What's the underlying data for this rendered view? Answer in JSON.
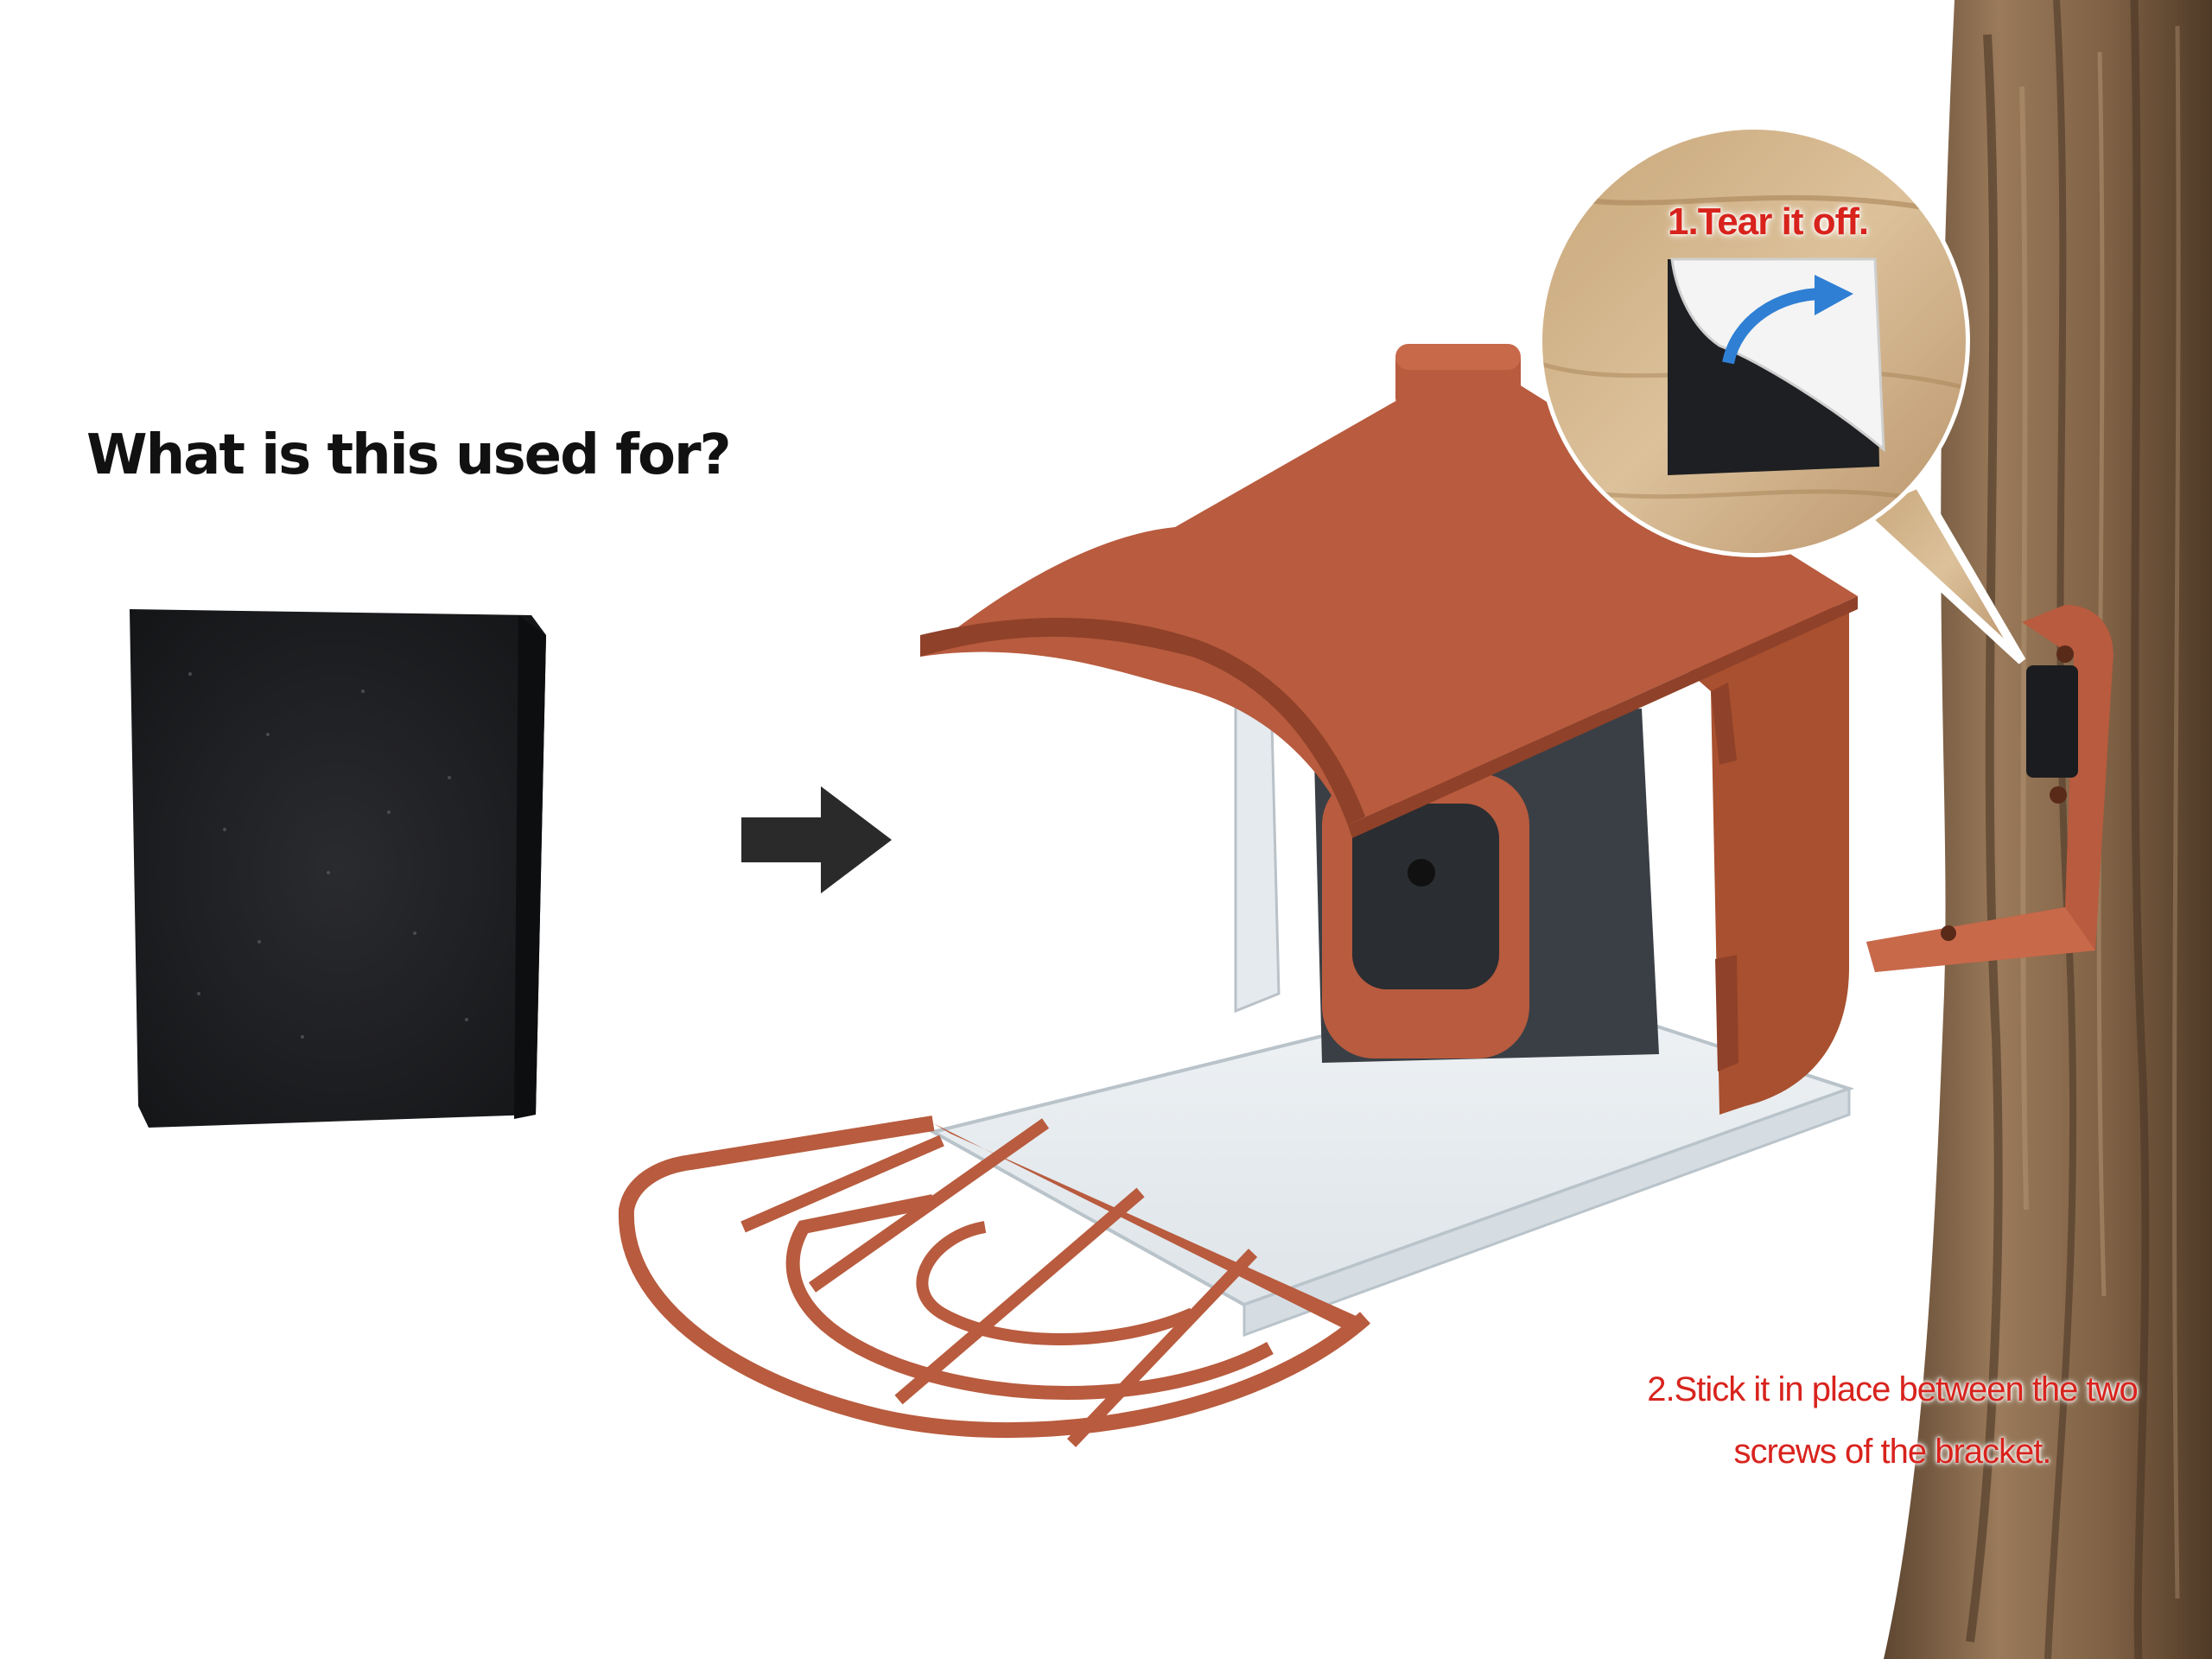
{
  "question": "What is this used for?",
  "step1": "1.Tear it off.",
  "step2": "2.Stick it in place between the two screws of the bracket.",
  "colors": {
    "feeder": "#b85b3e",
    "feeder_dark": "#8f4129",
    "foam": "#1b1c1f",
    "text_red": "#d8231d",
    "bark": "#8a6a4d",
    "arrow": "#2a2a2a"
  },
  "icons": [
    "foam-pad-icon",
    "arrow-right-icon",
    "bird-feeder-icon",
    "magnifier-callout-icon",
    "tree-trunk-icon",
    "mounting-bracket-icon",
    "curved-arrow-icon"
  ]
}
